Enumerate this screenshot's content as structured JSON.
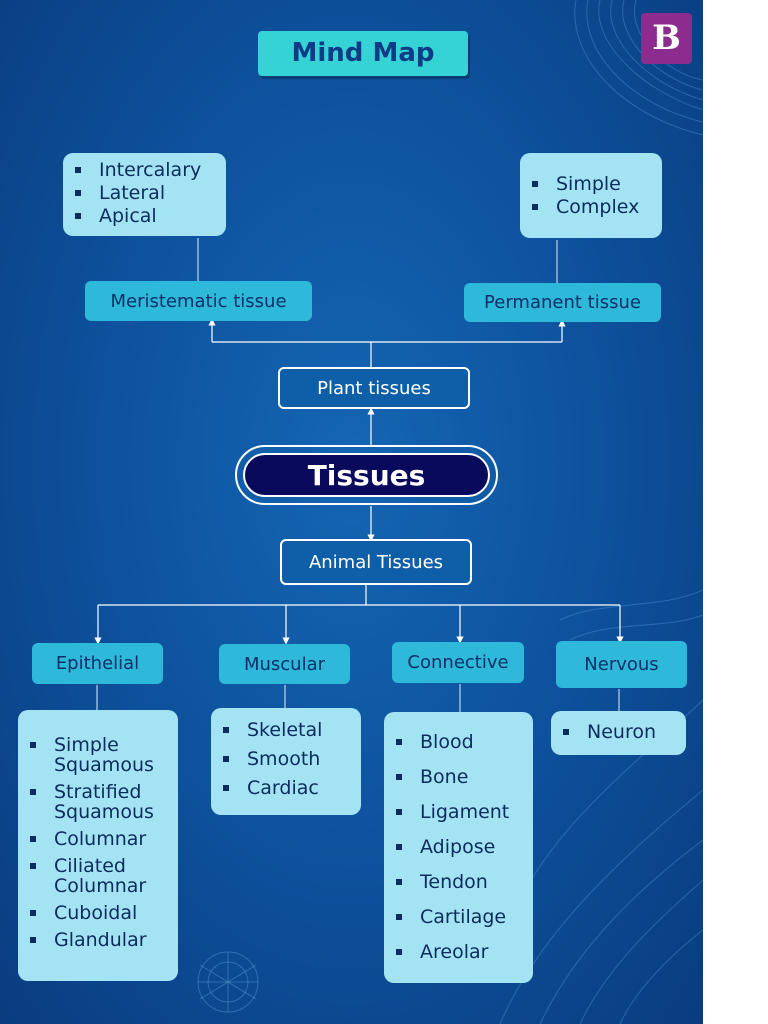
{
  "title": "Mind Map",
  "logo_letter": "B",
  "center": "Tissues",
  "plant": {
    "label": "Plant tissues",
    "meristematic": {
      "label": "Meristematic tissue",
      "items": [
        "Intercalary",
        "Lateral",
        "Apical"
      ]
    },
    "permanent": {
      "label": "Permanent tissue",
      "items": [
        "Simple",
        "Complex"
      ]
    }
  },
  "animal": {
    "label": "Animal Tissues",
    "epithelial": {
      "label": "Epithelial",
      "items": [
        "Simple\nSquamous",
        "Stratified\nSquamous",
        "Columnar",
        "Ciliated\nColumnar",
        "Cuboidal",
        "Glandular"
      ]
    },
    "muscular": {
      "label": "Muscular",
      "items": [
        "Skeletal",
        "Smooth",
        "Cardiac"
      ]
    },
    "connective": {
      "label": "Connective",
      "items": [
        "Blood",
        "Bone",
        "Ligament",
        "Adipose",
        "Tendon",
        "Cartilage",
        "Areolar"
      ]
    },
    "nervous": {
      "label": "Nervous",
      "items": [
        "Neuron"
      ]
    }
  },
  "colors": {
    "accent_teal": "#2eb8d9",
    "title_bg": "#35d3d6",
    "box_bg": "#a3e3f3",
    "core_bg": "#0a0a5c",
    "logo_bg": "#8b2c8e"
  }
}
